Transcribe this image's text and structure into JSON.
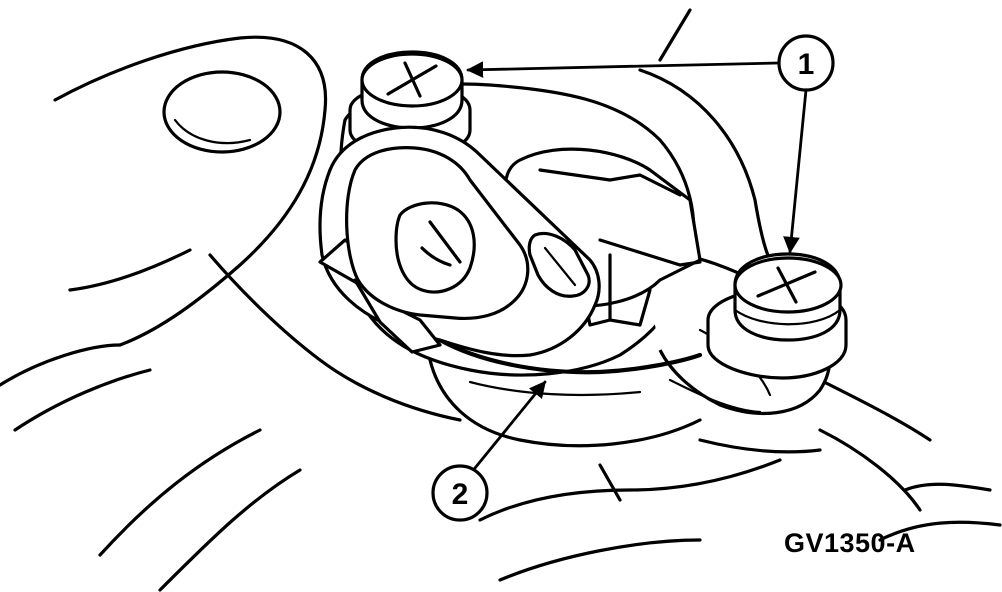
{
  "figure_code": "GV1350-A",
  "callouts": [
    {
      "number": "1"
    },
    {
      "number": "2"
    }
  ],
  "colors": {
    "line": "#000000",
    "background": "#ffffff"
  }
}
